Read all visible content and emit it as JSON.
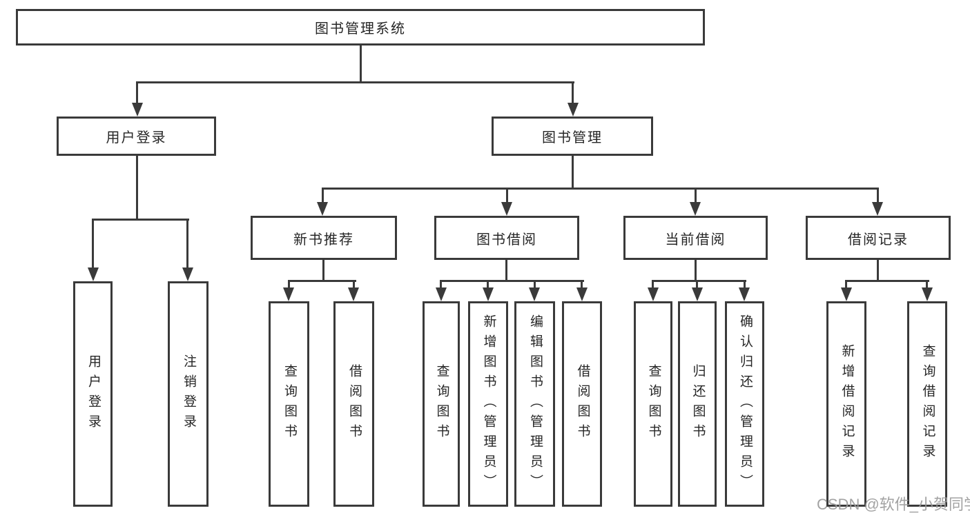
{
  "tree": {
    "root": {
      "label": "图书管理系统"
    },
    "branches": [
      {
        "label": "用户登录",
        "children": [
          {
            "label": "用户登录"
          },
          {
            "label": "注销登录"
          }
        ]
      },
      {
        "label": "图书管理",
        "children": [
          {
            "label": "新书推荐",
            "children": [
              {
                "label": "查询图书"
              },
              {
                "label": "借阅图书"
              }
            ]
          },
          {
            "label": "图书借阅",
            "children": [
              {
                "label": "查询图书"
              },
              {
                "label": "新增图书（管理员）"
              },
              {
                "label": "编辑图书（管理员）"
              },
              {
                "label": "借阅图书"
              }
            ]
          },
          {
            "label": "当前借阅",
            "children": [
              {
                "label": "查询图书"
              },
              {
                "label": "归还图书"
              },
              {
                "label": "确认归还（管理员）"
              }
            ]
          },
          {
            "label": "借阅记录",
            "children": [
              {
                "label": "新增借阅记录"
              },
              {
                "label": "查询借阅记录"
              }
            ]
          }
        ]
      }
    ]
  },
  "watermark": {
    "text": "CSDN @软件_小贺同学"
  },
  "colors": {
    "line": "#3a3a3a",
    "text": "#262626",
    "watermark": "#9a9a9a",
    "background": "#ffffff"
  }
}
